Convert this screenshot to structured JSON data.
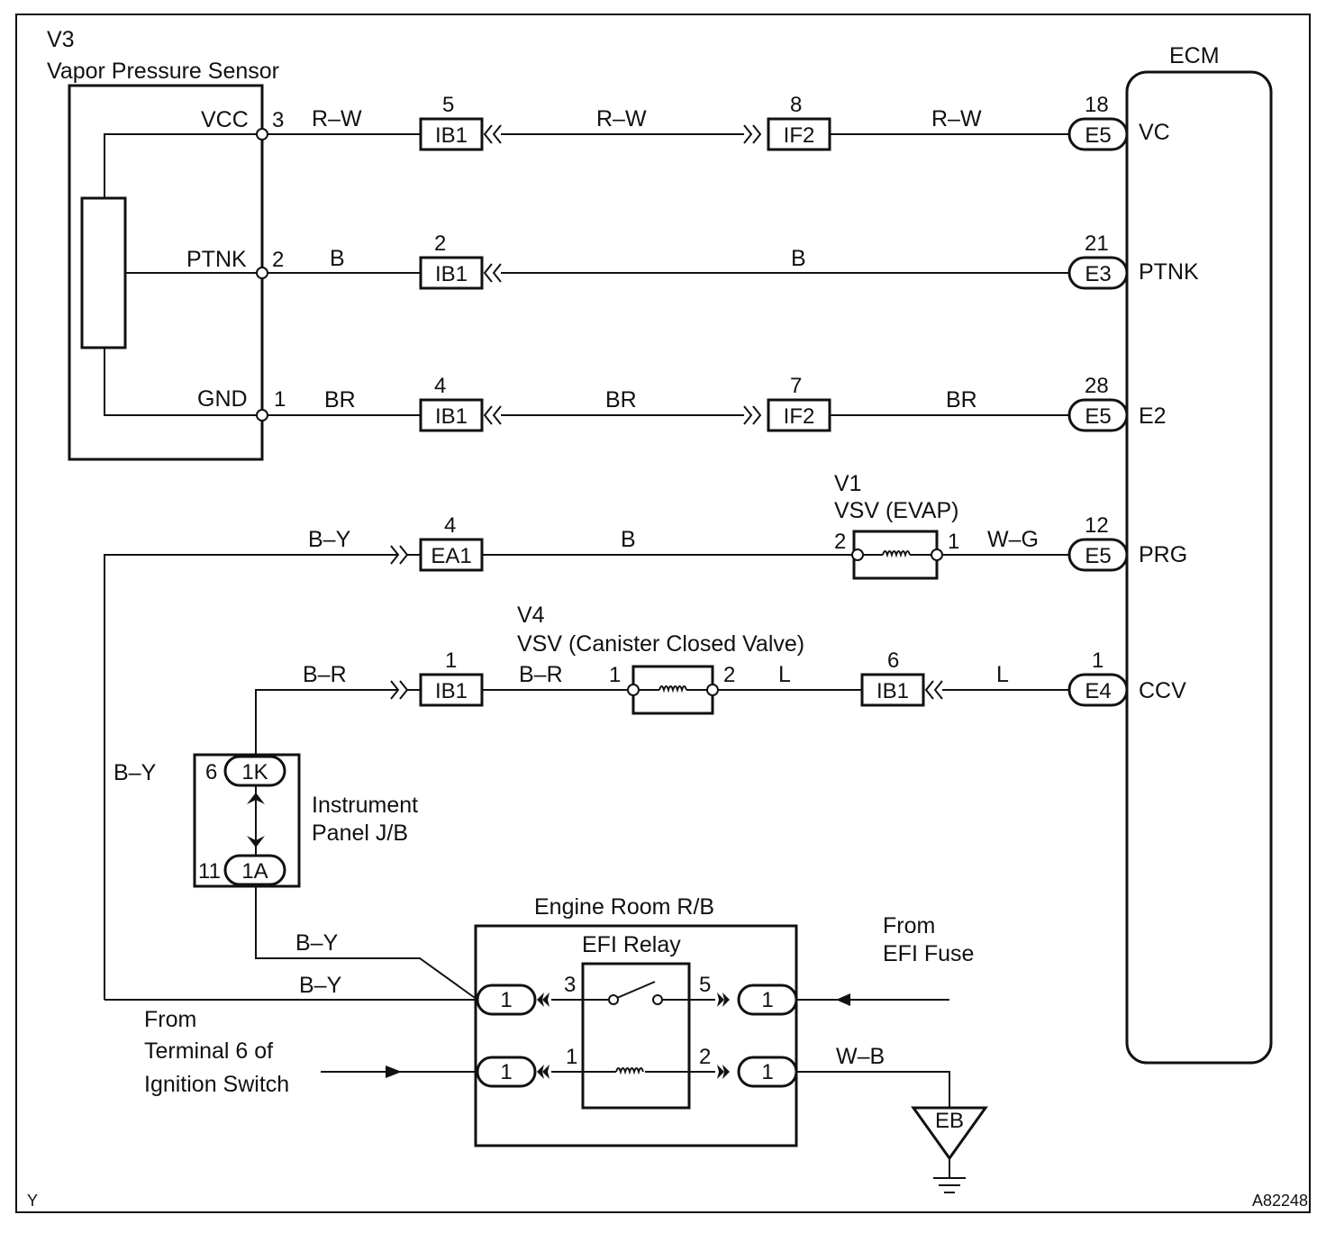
{
  "sensor": {
    "id": "V3",
    "name": "Vapor Pressure Sensor",
    "pins": [
      {
        "name": "VCC",
        "num": "3"
      },
      {
        "name": "PTNK",
        "num": "2"
      },
      {
        "name": "GND",
        "num": "1"
      }
    ]
  },
  "ecm": {
    "title": "ECM",
    "terminals": [
      {
        "num": "18",
        "connector": "E5",
        "name": "VC"
      },
      {
        "num": "21",
        "connector": "E3",
        "name": "PTNK"
      },
      {
        "num": "28",
        "connector": "E5",
        "name": "E2"
      },
      {
        "num": "12",
        "connector": "E5",
        "name": "PRG"
      },
      {
        "num": "1",
        "connector": "E4",
        "name": "CCV"
      }
    ]
  },
  "wires": {
    "vcc": [
      "R–W",
      "R–W",
      "R–W"
    ],
    "ptnk": [
      "B",
      "B"
    ],
    "gnd": [
      "BR",
      "BR",
      "BR"
    ],
    "prg": [
      "B–Y",
      "B",
      "W–G"
    ],
    "ccv": [
      "B–R",
      "B–R",
      "L",
      "L"
    ],
    "left_vertical": "B–Y",
    "relay_in_upper": "B–Y",
    "relay_in_lower": "B–Y",
    "ground": "W–B"
  },
  "connectors": {
    "ib1_vcc": {
      "label": "IB1",
      "pin": "5"
    },
    "if2_vcc": {
      "label": "IF2",
      "pin": "8"
    },
    "ib1_ptnk": {
      "label": "IB1",
      "pin": "2"
    },
    "ib1_gnd": {
      "label": "IB1",
      "pin": "4"
    },
    "if2_gnd": {
      "label": "IF2",
      "pin": "7"
    },
    "ea1_prg": {
      "label": "EA1",
      "pin": "4"
    },
    "ib1_ccv_a": {
      "label": "IB1",
      "pin": "1"
    },
    "ib1_ccv_b": {
      "label": "IB1",
      "pin": "6"
    }
  },
  "vsv_evap": {
    "id": "V1",
    "name": "VSV (EVAP)",
    "pin_left": "2",
    "pin_right": "1"
  },
  "vsv_ccv": {
    "id": "V4",
    "name": "VSV (Canister Closed Valve)",
    "pin_left": "1",
    "pin_right": "2"
  },
  "jb": {
    "name_line1": "Instrument",
    "name_line2": "Panel J/B",
    "top": {
      "pin": "6",
      "connector": "1K"
    },
    "bottom": {
      "pin": "11",
      "connector": "1A"
    }
  },
  "relay_box": {
    "title": "Engine Room R/B",
    "relay": "EFI Relay",
    "pins": {
      "p3": "3",
      "p5": "5",
      "p1": "1",
      "p2": "2"
    },
    "conn": "1"
  },
  "from_fuse": {
    "line1": "From",
    "line2": "EFI Fuse"
  },
  "from_ign": {
    "line1": "From",
    "line2": "Terminal 6 of",
    "line3": "Ignition Switch"
  },
  "ground_label": "EB",
  "footer": {
    "left": "Y",
    "right": "A82248"
  }
}
